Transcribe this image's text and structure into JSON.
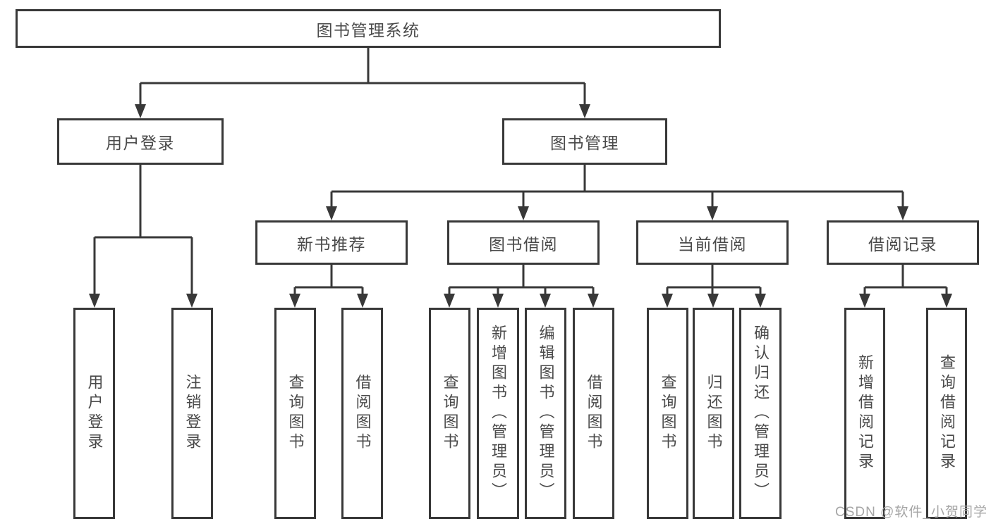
{
  "diagram_type": "tree",
  "hierarchy": {
    "label": "图书管理系统",
    "children": [
      {
        "label": "用户登录",
        "children": [
          {
            "label": "用户登录"
          },
          {
            "label": "注销登录"
          }
        ]
      },
      {
        "label": "图书管理",
        "children": [
          {
            "label": "新书推荐",
            "children": [
              {
                "label": "查询图书"
              },
              {
                "label": "借阅图书"
              }
            ]
          },
          {
            "label": "图书借阅",
            "children": [
              {
                "label": "查询图书"
              },
              {
                "label": "新增图书（管理员）"
              },
              {
                "label": "编辑图书（管理员）"
              },
              {
                "label": "借阅图书"
              }
            ]
          },
          {
            "label": "当前借阅",
            "children": [
              {
                "label": "查询图书"
              },
              {
                "label": "归还图书"
              },
              {
                "label": "确认归还（管理员）"
              }
            ]
          },
          {
            "label": "借阅记录",
            "children": [
              {
                "label": "新增借阅记录"
              },
              {
                "label": "查询借阅记录"
              }
            ]
          }
        ]
      }
    ]
  },
  "watermark": {
    "text": "CSDN @软件_小贺同学"
  },
  "colors": {
    "background": "#ffffff",
    "line": "#383838",
    "box_border": "#383838",
    "text": "#4a4a4a",
    "watermark": "#a6a6a6"
  }
}
